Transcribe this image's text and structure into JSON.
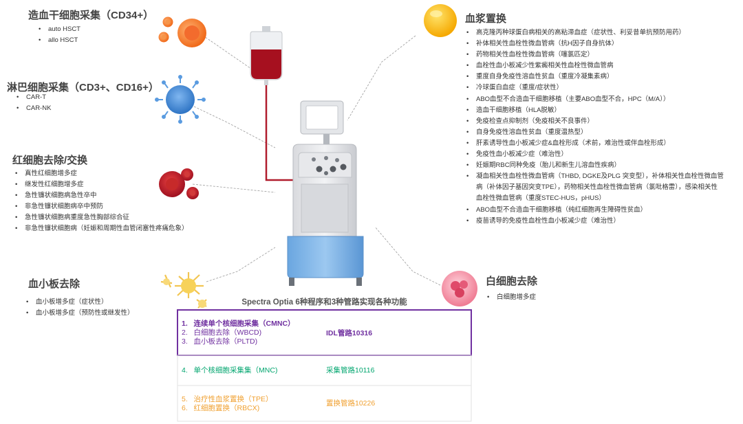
{
  "colors": {
    "purple": "#7030a0",
    "green": "#00a56e",
    "orange": "#f0a030",
    "blood": "#b01c2c",
    "blue": "#3f8bd8"
  },
  "sections": {
    "cd34": {
      "title": "造血干细胞采集（CD34+）",
      "items": [
        "auto HSCT",
        "allo HSCT"
      ],
      "icon": "orange-stem-cells-icon"
    },
    "lymph": {
      "title": "淋巴细胞采集（CD3+、CD16+）",
      "items": [
        "CAR-T",
        "CAR-NK"
      ],
      "icon": "blue-lymphocyte-icon"
    },
    "rbc": {
      "title": "红细胞去除/交换",
      "items": [
        "真性红细胞增多症",
        "继发性红细胞增多症",
        "急性镰状细胞病急性卒中",
        "非急性镰状细胞病卒中预防",
        "急性镰状细胞病重度急性胸部综合征",
        "非急性镰状细胞病（妊娠和周期性血管闭塞性疼痛危象）"
      ],
      "icon": "red-blood-cells-icon"
    },
    "plt": {
      "title": "血小板去除",
      "items": [
        "血小板增多症（症状性）",
        "血小板增多症（预防性或继发性）"
      ],
      "icon": "platelet-icon"
    },
    "plasma": {
      "title": "血浆置换",
      "items": [
        "高克隆丙种球蛋白病相关的高粘滞血症（症状性、利妥昔单抗预防用药）",
        "补体相关性血栓性微血管病（抗H因子自身抗体）",
        "药物相关性血栓性微血管病（噻氯匹定）",
        "血栓性血小板减少性紫癜相关性血栓性微血管病",
        "重度自身免疫性溶血性贫血（重度冷凝集素病）",
        "冷球蛋白血症（重度/症状性）",
        "ABO血型不合造血干细胞移植（主要ABO血型不合，HPC（M/A））",
        "造血干细胞移植（HLA脱敏）",
        "免疫检查点抑制剂（免疫相关不良事件）",
        "自身免疫性溶血性贫血（重度温热型）",
        "肝素诱导性血小板减少症&血栓形成（术前，难治性或伴血栓形成）",
        "免疫性血小板减少症（难治性）",
        "妊娠期RBC同种免疫（胎儿和新生儿溶血性疾病）",
        "凝血相关性血栓性微血管病（THBD, DGKE及PLG 突变型），补体相关性血栓性微血管病（补体因子基因突变TPE），药物相关性血栓性微血管病（氯吡格雷），感染相关性血栓性微血管病（重度STEC-HUS，pHUS）",
        "ABO血型不合造血干细胞移植（纯红细胞再生障碍性贫血）",
        "疫苗诱导的免疫性血栓性血小板减少症（难治性）"
      ],
      "icon": "plasma-drop-icon"
    },
    "wbc": {
      "title": "白细胞去除",
      "items": [
        "白细胞增多症"
      ],
      "icon": "white-blood-cell-icon"
    }
  },
  "programs": {
    "title": "Spectra Optia 6种程序和3种管路实现各种功能",
    "groups": [
      {
        "tubing": "IDL管路10316",
        "color": "#7030a0",
        "items": [
          {
            "num": "1.",
            "text": "连续单个核细胞采集（CMNC）",
            "bold": true
          },
          {
            "num": "2.",
            "text": "白细胞去除（WBCD)",
            "bold": false
          },
          {
            "num": "3.",
            "text": "血小板去除（PLTD)",
            "bold": false
          }
        ]
      },
      {
        "tubing": "采集管路10116",
        "color": "#00a56e",
        "items": [
          {
            "num": "4.",
            "text": "单个核细胞采集集（MNC)",
            "bold": false
          }
        ]
      },
      {
        "tubing": "置换管路10226",
        "color": "#f0a030",
        "items": [
          {
            "num": "5.",
            "text": "治疗性血浆置换（TPE）",
            "bold": false
          },
          {
            "num": "6.",
            "text": "红细胞置换（RBCX)",
            "bold": false
          }
        ]
      }
    ]
  }
}
